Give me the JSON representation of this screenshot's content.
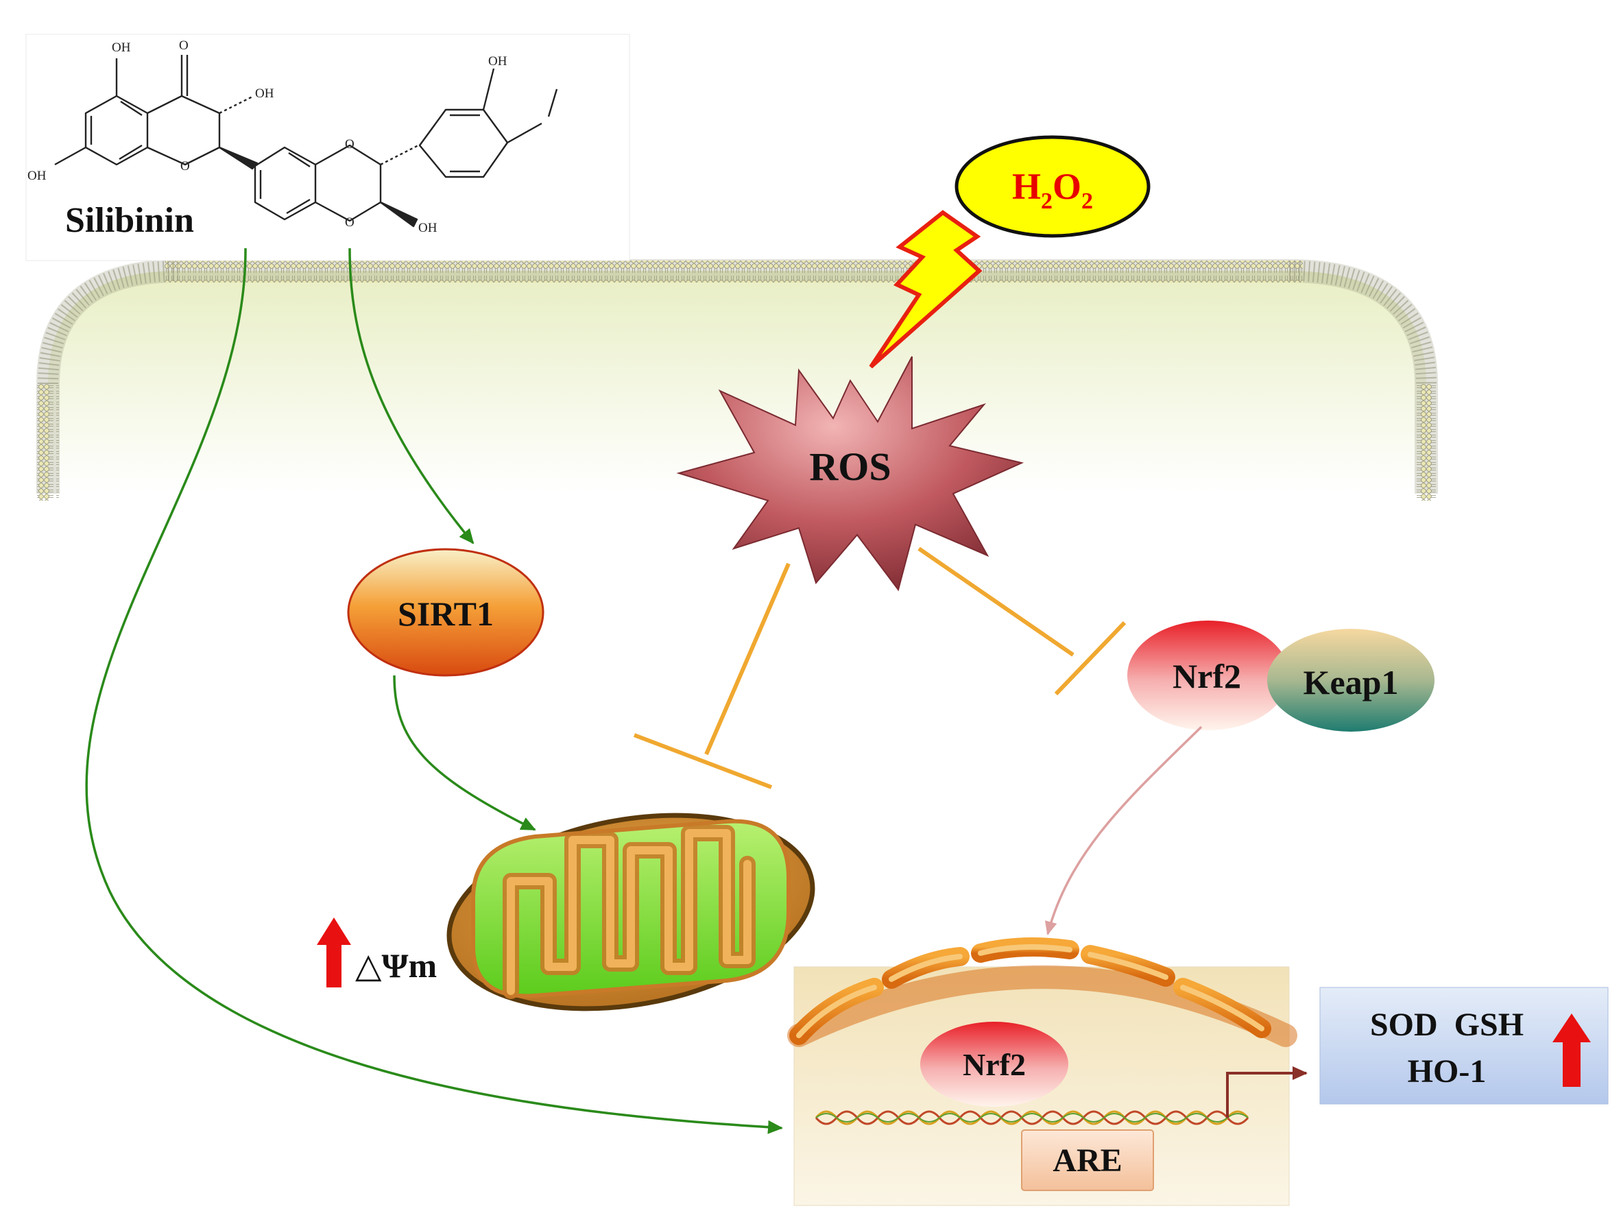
{
  "compound": {
    "name": "Silibinin",
    "atom_labels": [
      "OH",
      "O",
      "OH",
      "OH",
      "OH",
      "O",
      "O",
      "O",
      "OH"
    ]
  },
  "stressor": {
    "h": "H",
    "h_sub": "2",
    "o": "O",
    "o_sub": "2"
  },
  "nodes": {
    "ros": "ROS",
    "sirt1": "SIRT1",
    "nrf2_cyto": "Nrf2",
    "keap1": "Keap1",
    "nrf2_nuclear": "Nrf2",
    "are": "ARE",
    "membrane_potential": "△Ψm"
  },
  "outputs": {
    "line1": "SOD  GSH",
    "line2": "HO-1"
  },
  "colors": {
    "activation_arrow": "#2a8a1a",
    "inhibition": "#f0a830",
    "increase_arrow": "#e81010",
    "nrf2_translocation": "#dda0a0",
    "transcription_arrow": "#8a3028",
    "h2o2_fill": "#ffff00",
    "h2o2_text": "#e80000",
    "ros_fill": "#b04048",
    "lightning_fill": "#ffff00",
    "lightning_stroke": "#e82010",
    "cell_fill": "#f3f6dc",
    "nucleus_fill": "#f6eed0",
    "output_box_fill": "#c8d8f0"
  }
}
